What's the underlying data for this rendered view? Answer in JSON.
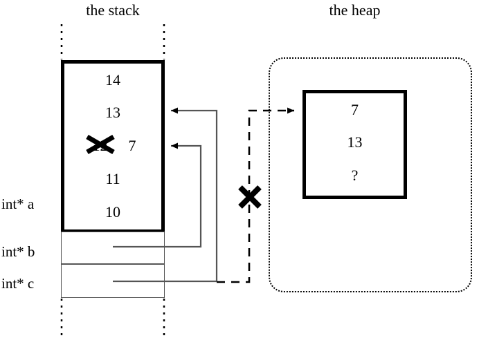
{
  "diagram": {
    "kind": "memory-diagram",
    "stack": {
      "title": "the stack",
      "frame_cells": [
        {
          "value": "14"
        },
        {
          "value": "13"
        },
        {
          "value": "12",
          "struck": true,
          "replacement": "7"
        },
        {
          "value": "11"
        },
        {
          "value": "10"
        }
      ],
      "pointer_labels": [
        {
          "name": "int* a",
          "text": "int* a"
        },
        {
          "name": "int* b",
          "text": "int* b"
        },
        {
          "name": "int* c",
          "text": "int* c"
        }
      ],
      "pointer_cells": [
        {
          "owner": "int* b",
          "value": ""
        },
        {
          "owner": "int* c",
          "value": ""
        }
      ]
    },
    "heap": {
      "title": "the heap",
      "cells": [
        {
          "value": "7"
        },
        {
          "value": "13"
        },
        {
          "value": "?"
        }
      ]
    },
    "annotations": [
      {
        "name": "strike-12",
        "glyph": "✕",
        "meaning": "value 12 replaced by 7"
      },
      {
        "name": "strike-heap-pointer",
        "glyph": "✕",
        "meaning": "dashed pointer to heap invalidated"
      }
    ],
    "arrows": [
      {
        "from": "int* b",
        "to": "stack-cell-3",
        "style": "solid"
      },
      {
        "from": "int* c",
        "to": "stack-cell-2",
        "style": "solid"
      },
      {
        "from": "int* c",
        "to": "heap-cell-1",
        "style": "dashed",
        "struck": true
      }
    ],
    "colors": {
      "ink": "#000000",
      "rule": "#555555",
      "background": "#ffffff"
    }
  }
}
